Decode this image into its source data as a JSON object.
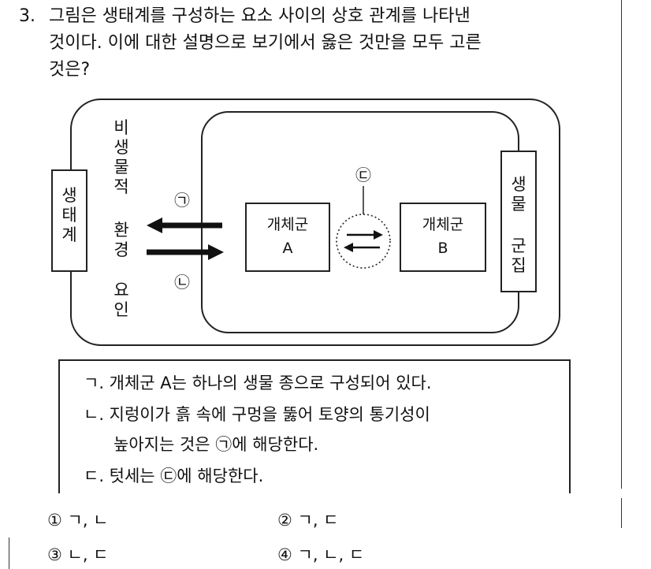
{
  "question": {
    "number": "3.",
    "line1": "그림은 생태계를 구성하는 요소 사이의 상호 관계를 나타낸",
    "line2": "것이다. 이에 대한 설명으로 보기에서 옳은 것만을 모두 고른",
    "line3": "것은?"
  },
  "diagram": {
    "ecosystem_label": [
      "생",
      "태",
      "계"
    ],
    "abiotic_label_top": [
      "비",
      "생",
      "물",
      "적"
    ],
    "abiotic_label_bottom": [
      "환",
      "경"
    ],
    "abiotic_label_bottom2": [
      "요",
      "인"
    ],
    "community_label_top": [
      "생",
      "물"
    ],
    "community_label_bottom": [
      "군",
      "집"
    ],
    "marker_a": "㉠",
    "marker_b": "㉡",
    "marker_c": "㉢",
    "pop_a_line1": "개체군",
    "pop_a_line2": "A",
    "pop_b_line1": "개체군",
    "pop_b_line2": "B"
  },
  "statements": {
    "s1": "ㄱ. 개체군 A는 하나의 생물 종으로 구성되어 있다.",
    "s2a": "ㄴ. 지렁이가 흙 속에 구멍을 뚫어 토양의 통기성이",
    "s2b": "높아지는 것은 ㉠에 해당한다.",
    "s3": "ㄷ. 텃세는 ㉢에 해당한다."
  },
  "options": {
    "o1": "① ㄱ, ㄴ",
    "o2": "② ㄱ, ㄷ",
    "o3": "③ ㄴ, ㄷ",
    "o4": "④ ㄱ, ㄴ, ㄷ"
  }
}
